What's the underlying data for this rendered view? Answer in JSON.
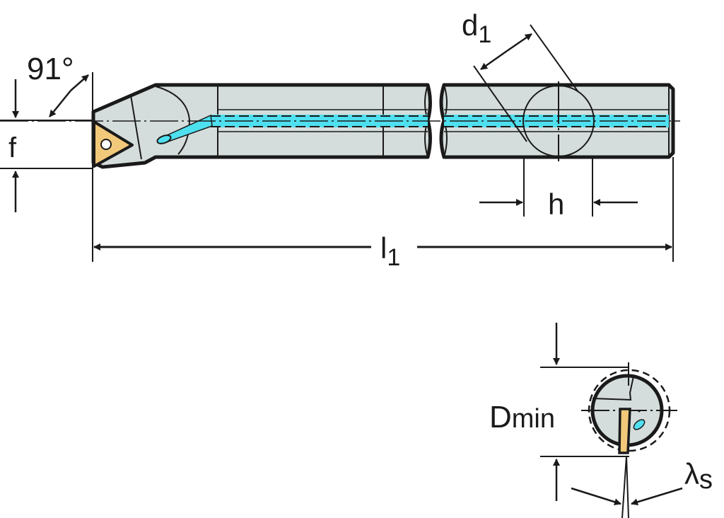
{
  "title": "Boring bar technical drawing (S..STFCR/L type, 91° approach)",
  "colors": {
    "body": "#d4dcdc",
    "outline": "#1a1a1a",
    "coolant": "#4fe0f0",
    "insert": "#f2c97a",
    "background": "#ffffff"
  },
  "labels": {
    "approach_angle": "91°",
    "f": "f",
    "d1_main": "d",
    "d1_sub": "1",
    "h": "h",
    "l1_main": "l",
    "l1_sub": "1",
    "dmin_main": "D",
    "dmin_sub": "min",
    "lambda_main": "λ",
    "lambda_sub": "s"
  }
}
